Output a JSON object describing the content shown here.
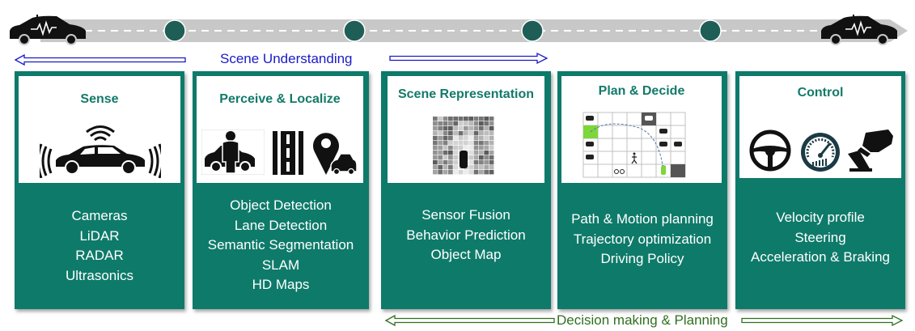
{
  "captions": {
    "scene_understanding": "Scene Understanding",
    "decision_planning": "Decision making & Planning"
  },
  "panels": [
    {
      "title": "Sense",
      "items": [
        "Cameras",
        "LiDAR",
        "RADAR",
        "Ultrasonics"
      ]
    },
    {
      "title": "Perceive & Localize",
      "items": [
        "Object Detection",
        "Lane Detection",
        "Semantic Segmentation",
        "SLAM",
        "HD Maps"
      ]
    },
    {
      "title": "Scene Representation",
      "items": [
        "Sensor Fusion",
        "Behavior Prediction",
        "Object Map"
      ]
    },
    {
      "title": "Plan & Decide",
      "items": [
        "Path & Motion planning",
        "Trajectory optimization",
        "Driving Policy"
      ]
    },
    {
      "title": "Control",
      "items": [
        "Velocity profile",
        "Steering",
        "Acceleration & Braking"
      ]
    }
  ],
  "colors": {
    "panel": "#0e7a6a",
    "title": "#137a6a",
    "road": "#c8c8c8",
    "node": "#1e5e56",
    "blue_arrow": "#1a1ac8",
    "green_arrow": "#2f6f1f"
  }
}
